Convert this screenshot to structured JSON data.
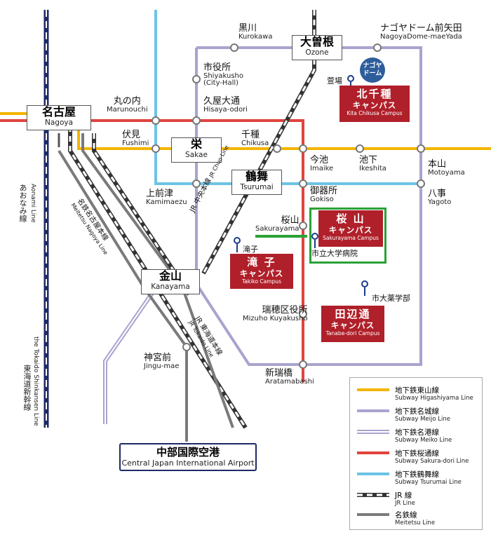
{
  "colors": {
    "higashiyama": "#f4b400",
    "meijo": "#a9a3cf",
    "meiko": "#a9a3cf",
    "sakuradori": "#e0443e",
    "tsurumai": "#6cc3e4",
    "jr": "#333333",
    "meitetsu": "#7a7a7a",
    "campus": "#b0202a",
    "highlight": "#2aa236"
  },
  "stations": {
    "nagoya": {
      "jp": "名古屋",
      "en": "Nagoya"
    },
    "sakae": {
      "jp": "栄",
      "en": "Sakae"
    },
    "ozone": {
      "jp": "大曽根",
      "en": "Ozone"
    },
    "tsurumai": {
      "jp": "鶴舞",
      "en": "Tsurumai"
    },
    "kanayama": {
      "jp": "金山",
      "en": "Kanayama"
    },
    "kurokawa": {
      "jp": "黒川",
      "en": "Kurokawa"
    },
    "nagoyadome": {
      "jp": "ナゴヤドーム前矢田",
      "en": "NagoyaDome-maeYada"
    },
    "shiyakusho": {
      "jp": "市役所",
      "en": "Shiyakusho",
      "en2": "(City-Hall)"
    },
    "hisaya": {
      "jp": "久屋大通",
      "en": "Hisaya-odori"
    },
    "marunouchi": {
      "jp": "丸の内",
      "en": "Marunouchi"
    },
    "fushimi": {
      "jp": "伏見",
      "en": "Fushimi"
    },
    "chikusa": {
      "jp": "千種",
      "en": "Chikusa"
    },
    "imaike": {
      "jp": "今池",
      "en": "Imaike"
    },
    "ikeshita": {
      "jp": "池下",
      "en": "Ikeshita"
    },
    "motoyama": {
      "jp": "本山",
      "en": "Motoyama"
    },
    "yagoto": {
      "jp": "八事",
      "en": "Yagoto"
    },
    "gokiso": {
      "jp": "御器所",
      "en": "Gokiso"
    },
    "kamimaezu": {
      "jp": "上前津",
      "en": "Kamimaezu"
    },
    "sakurayama": {
      "jp": "桜山",
      "en": "Sakurayama"
    },
    "mizuho": {
      "jp": "瑞穂区役所",
      "en": "Mizuho Kuyakusho"
    },
    "aratamabashi": {
      "jp": "新瑞橋",
      "en": "Aratamabashi"
    },
    "jingumae": {
      "jp": "神宮前",
      "en": "Jingu-mae"
    }
  },
  "campuses": {
    "kitachikusa": {
      "name": "北千種",
      "sub": "キャンパス",
      "en": "Kita Chikusa Campus"
    },
    "sakurayama": {
      "name": "桜 山",
      "sub": "キャンパス",
      "en": "Sakurayama Campus"
    },
    "takiko": {
      "name": "滝 子",
      "sub": "キャンパス",
      "en": "Takiko Campus"
    },
    "tanabedori": {
      "name": "田辺通",
      "sub": "キャンパス",
      "en": "Tanabe-dori Campus"
    }
  },
  "pins": {
    "hagiba": "萱場",
    "takiko": "滝子",
    "hospital": "市立大学病院",
    "pharmacy": "市大薬学部"
  },
  "dome": {
    "line1": "ナゴヤ",
    "line2": "ドーム"
  },
  "line_labels": {
    "jr_chuo": "JR 中央本線",
    "jr_chuo_en": "JR Chuo Line",
    "meitetsu_nagoya": "名鉄名古屋本線",
    "meitetsu_nagoya_en": "Meitetsu Nagoya Line",
    "jr_tokaido": "JR 東海道本線",
    "jr_tokaido_en": "JR Tokaido Line",
    "aonami": "あおなみ線",
    "aonami_en": "Aonami Line",
    "shinkansen": "東海道新幹線",
    "shinkansen_en": "the Tokaido Shinkansen Line"
  },
  "airport": {
    "jp": "中部国際空港",
    "en": "Central Japan International Airport"
  },
  "legend": [
    {
      "jp": "地下鉄東山線",
      "en": "Subway Higashiyama Line",
      "style": "higashiyama"
    },
    {
      "jp": "地下鉄名城線",
      "en": "Subway Meijo Line",
      "style": "meijo"
    },
    {
      "jp": "地下鉄名港線",
      "en": "Subway Meiko Line",
      "style": "meiko"
    },
    {
      "jp": "地下鉄桜通線",
      "en": "Subway Sakura-dori Line",
      "style": "sakuradori"
    },
    {
      "jp": "地下鉄鶴舞線",
      "en": "Subway Tsurumai Line",
      "style": "tsurumai"
    },
    {
      "jp": "JR 線",
      "en": "JR Line",
      "style": "jr"
    },
    {
      "jp": "名鉄線",
      "en": "Meitetsu Line",
      "style": "meitetsu"
    }
  ]
}
